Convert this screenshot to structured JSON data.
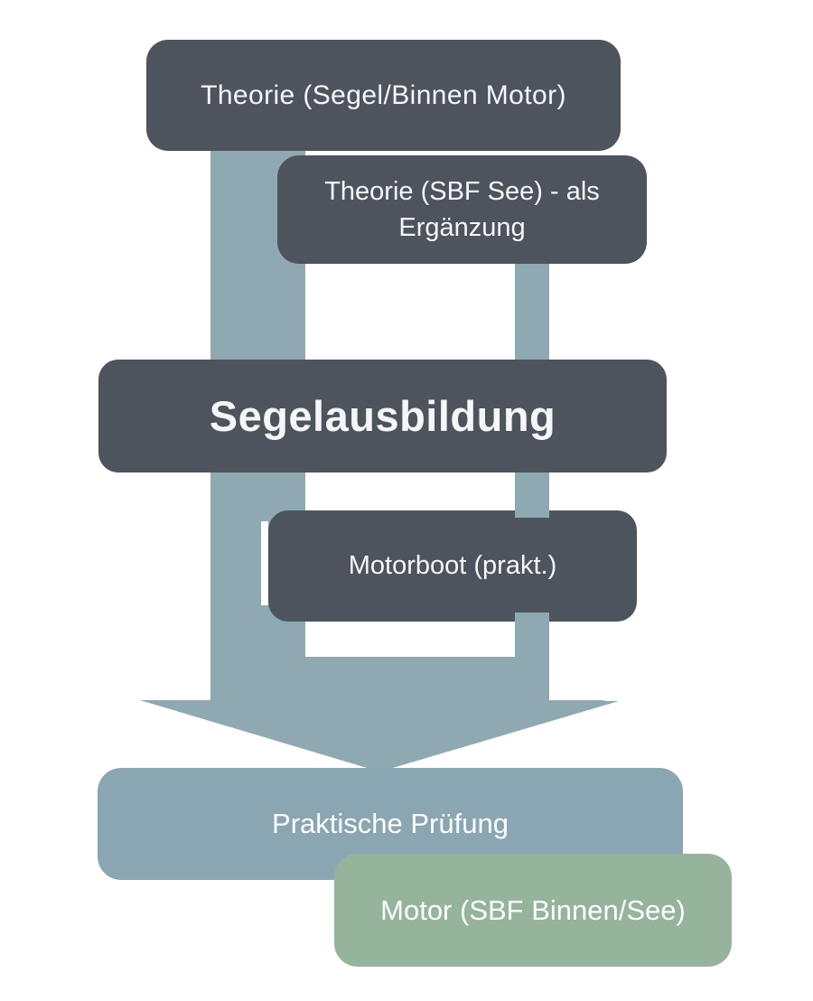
{
  "diagram": {
    "nodes": [
      {
        "id": "theorie_segel_binnen_motor",
        "label": "Theorie (Segel/Binnen Motor)",
        "style": "dark"
      },
      {
        "id": "theorie_sbf_see",
        "label": "Theorie (SBF See) - als Ergänzung",
        "style": "dark"
      },
      {
        "id": "segelausbildung",
        "label": "Segelausbildung",
        "style": "dark-bold"
      },
      {
        "id": "motorboot_praktisch",
        "label": "Motorboot (prakt.)",
        "style": "dark"
      },
      {
        "id": "praktische_pruefung",
        "label": "Praktische Prüfung",
        "style": "blue"
      },
      {
        "id": "motor_sbf_binnen_see",
        "label": "Motor (SBF Binnen/See)",
        "style": "green"
      }
    ],
    "connectors": [
      {
        "id": "left-flow-arrow",
        "from": "theorie_segel_binnen_motor",
        "to": "praktische_pruefung",
        "shape": "wide vertical bar ending in large down arrowhead"
      },
      {
        "id": "right-flow-arrow",
        "from": "theorie_sbf_see",
        "to": "praktische_pruefung",
        "shape": "narrow vertical bar ending in large down arrowhead"
      }
    ],
    "colors": {
      "node_dark": "#4E545E",
      "arrow": "#8FA9B2",
      "node_blue": "#8BA6B3",
      "node_green": "#95B49B",
      "text_light": "#F5F7F7",
      "background": "#FFFFFF"
    }
  }
}
